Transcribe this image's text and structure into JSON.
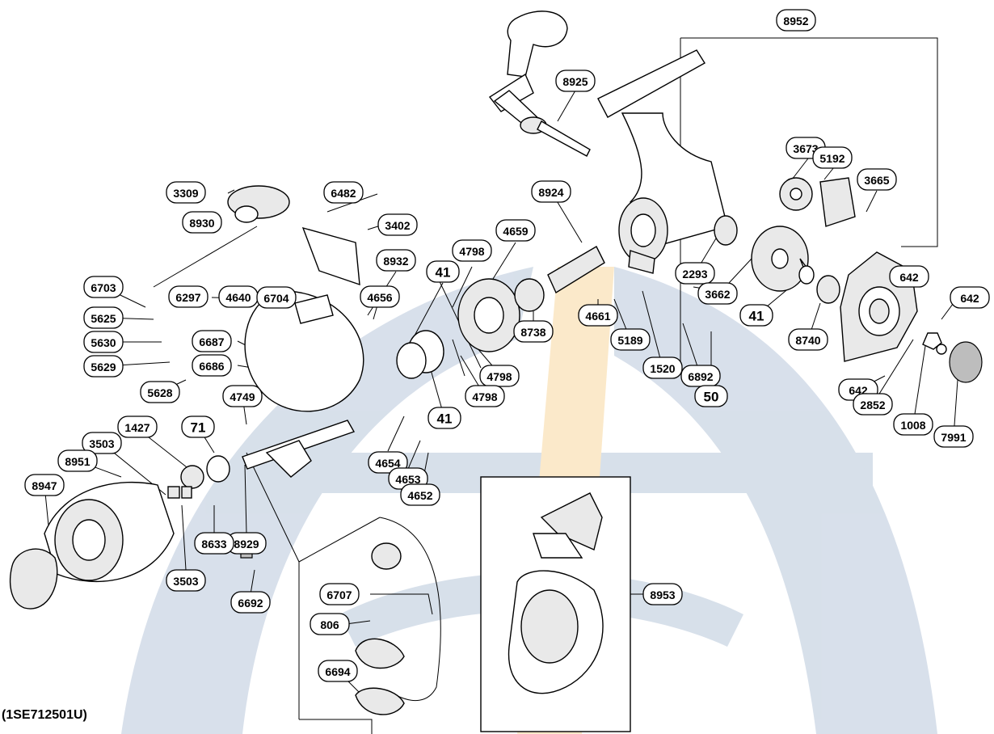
{
  "colors": {
    "watermark_blue": "#8fa7c6",
    "watermark_orange": "#f6c36a",
    "ink": "#000000",
    "paper": "#ffffff"
  },
  "diagram_code": "(1SE712501U)",
  "part_labels": [
    "8952",
    "8925",
    "3673",
    "5192",
    "3665",
    "3309",
    "6482",
    "3402",
    "8930",
    "8924",
    "4659",
    "4798",
    "8932",
    "41",
    "4656",
    "6703",
    "6297",
    "4640",
    "6704",
    "5625",
    "5630",
    "6687",
    "6686",
    "5629",
    "5628",
    "4749",
    "642",
    "642",
    "2293",
    "3662",
    "41",
    "8740",
    "4661",
    "5189",
    "1520",
    "8738",
    "4798",
    "4798",
    "41",
    "6892",
    "50",
    "642",
    "2852",
    "1008",
    "7991",
    "4654",
    "4653",
    "4652",
    "1427",
    "71",
    "3503",
    "8951",
    "8947",
    "8929",
    "8633",
    "3503",
    "6692",
    "6707",
    "806",
    "6694",
    "8953"
  ]
}
